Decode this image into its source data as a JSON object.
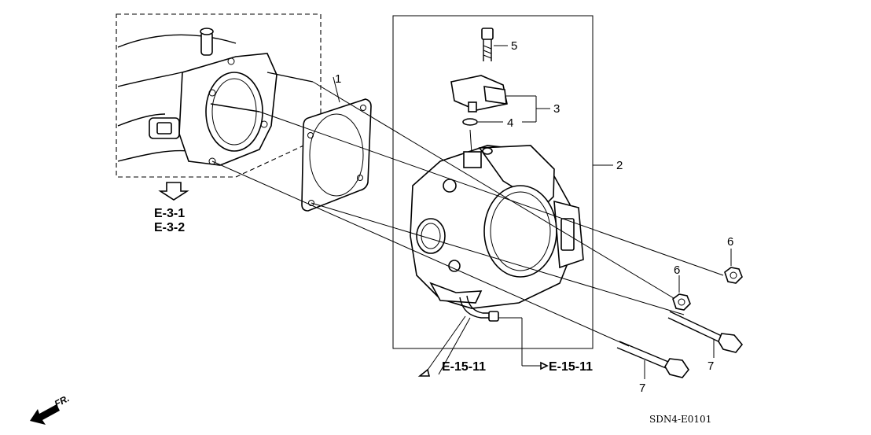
{
  "diagram": {
    "callouts": {
      "c1": "1",
      "c2": "2",
      "c3": "3",
      "c4": "4",
      "c5": "5",
      "c6a": "6",
      "c6b": "6",
      "c7a": "7",
      "c7b": "7"
    },
    "references": {
      "e31": "E-3-1",
      "e32": "E-3-2",
      "e1511a": "E-15-11",
      "e1511b": "E-15-11"
    },
    "front_label": "FR.",
    "diagram_code": "SDN4-E0101"
  }
}
